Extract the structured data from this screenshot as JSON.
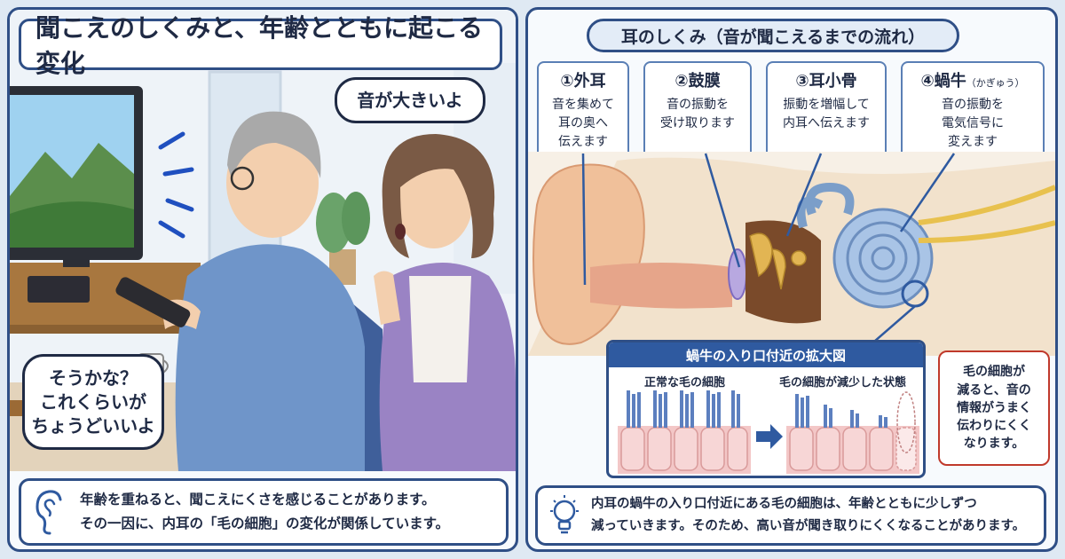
{
  "left": {
    "title": "聞こえのしくみと、年齢とともに起こる変化",
    "bubble_loud": "音が大きいよ",
    "bubble_ok": [
      "そうかな？",
      "これくらいが",
      "ちょうどいいよ"
    ],
    "caption": [
      "年齢を重ねると、聞こえにくさを感じることがあります。",
      "その一因に、内耳の「毛の細胞」の変化が関係しています。"
    ]
  },
  "right": {
    "title": "耳のしくみ（音が聞こえるまでの流れ）",
    "steps": [
      {
        "title": "①外耳",
        "note": "",
        "desc": [
          "音を集めて",
          "耳の奥へ",
          "伝えます"
        ]
      },
      {
        "title": "②鼓膜",
        "note": "",
        "desc": [
          "音の振動を",
          "受け取ります"
        ]
      },
      {
        "title": "③耳小骨",
        "note": "",
        "desc": [
          "振動を増幅して",
          "内耳へ伝えます"
        ]
      },
      {
        "title": "④蝸牛",
        "note": "（かぎゅう）",
        "desc": [
          "音の振動を",
          "電気信号に",
          "変えます"
        ]
      }
    ],
    "zoom": {
      "title": "蝸牛の入り口付近の拡大図",
      "normal_label": "正常な毛の細胞",
      "reduced_label": "毛の細胞が減少した状態"
    },
    "note": [
      "毛の細胞が",
      "減ると、音の",
      "情報がうまく",
      "伝わりにくく",
      "なります。"
    ],
    "bottom": [
      "内耳の蝸牛の入り口付近にある毛の細胞は、年齢とともに少しずつ",
      "減っていきます。そのため、高い音が聞き取りにくくなることがあります。"
    ]
  },
  "colors": {
    "frame": "#2f4f86",
    "accent": "#2f5aa0",
    "alert": "#c0392b"
  },
  "icons": {
    "caption": "ear-icon",
    "bottom": "lightbulb-icon"
  }
}
